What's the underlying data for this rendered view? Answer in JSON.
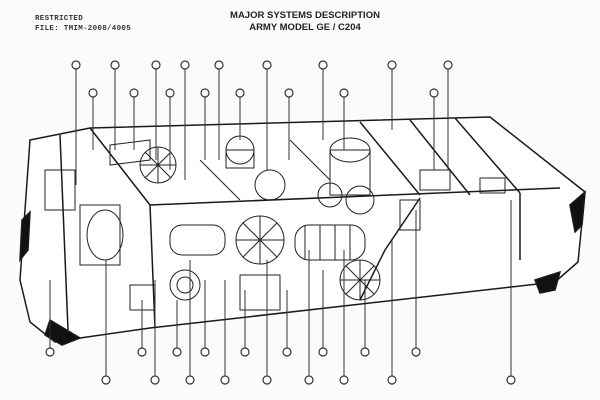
{
  "header": {
    "classification": "RESTRICTED",
    "file": "FILE: TMIM-2008/4005",
    "title_line1": "MAJOR SYSTEMS DESCRIPTION",
    "title_line2": "ARMY MODEL GE / C204"
  },
  "colors": {
    "ink": "#1a1a1a",
    "paper": "#fbfbfb"
  }
}
